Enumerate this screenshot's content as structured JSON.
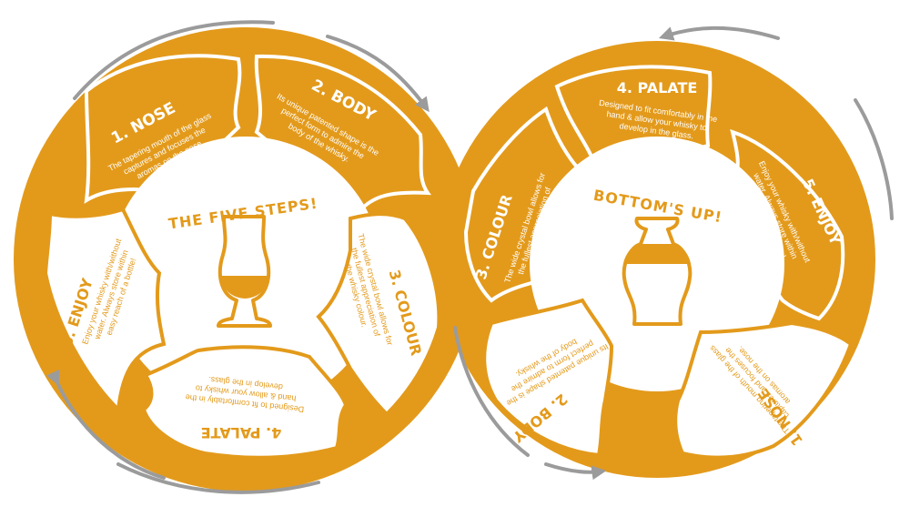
{
  "colors": {
    "orange": "#E39A1B",
    "white": "#FFFFFF",
    "arrow": "#9B9B9B"
  },
  "wheel_left": {
    "title": "THE FIVE STEPS!",
    "steps": [
      {
        "heading": "1. NOSE",
        "lines": [
          "The tapering mouth of the glass",
          "captures and focuses the",
          "aromas on the nose."
        ]
      },
      {
        "heading": "2. BODY",
        "lines": [
          "Its unique patented shape is the",
          "perfect form to admire the",
          "body of the whisky."
        ]
      },
      {
        "heading": "3. COLOUR",
        "lines": [
          "The wide crystal bowl allows for",
          "the fullest appreciation of",
          "the whisky colour."
        ]
      },
      {
        "heading": "4. PALATE",
        "lines": [
          "Designed to fit comfortably in the",
          "hand & allow your whisky to",
          "develop in the glass."
        ]
      },
      {
        "heading": "5. ENJOY",
        "lines": [
          "Enjoy your whisky with/without",
          "water. Always store within",
          "easy reach of a bottle!"
        ]
      }
    ]
  },
  "wheel_right": {
    "title": "BOTTOM'S UP!",
    "steps": [
      {
        "heading": "4. PALATE",
        "lines": [
          "Designed to fit comfortably in the",
          "hand & allow your whisky to",
          "develop in the glass."
        ]
      },
      {
        "heading": "5. ENJOY",
        "lines": [
          "Enjoy your whisky with/without",
          "water. Always store within",
          "easy reach of a bottle!"
        ]
      },
      {
        "heading": "1. NOSE",
        "lines": [
          "The tapering mouth of the glass",
          "captures and focuses the",
          "aromas on the nose."
        ]
      },
      {
        "heading": "2. BODY",
        "lines": [
          "Its unique patented shape is the",
          "perfect form to admire the",
          "body of the whisky."
        ]
      },
      {
        "heading": "3. COLOUR",
        "lines": [
          "The wide crystal bowl allows for",
          "the fullest appreciation of",
          "the whisky colour."
        ]
      }
    ]
  }
}
